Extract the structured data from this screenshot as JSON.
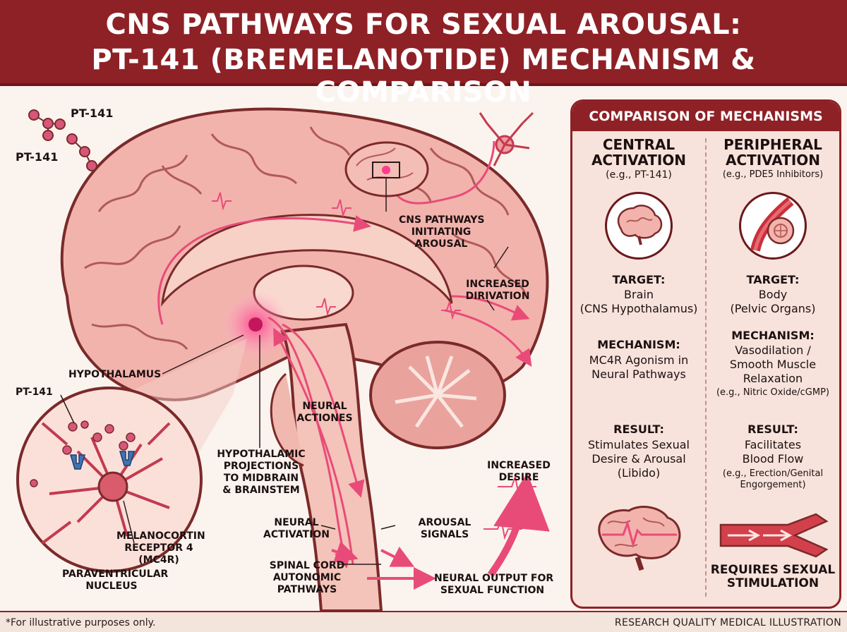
{
  "header": {
    "title_line1": "CNS PATHWAYS FOR SEXUAL AROUSAL:",
    "title_line2": "PT-141 (BREMELANOTIDE) MECHANISM & COMPARISON"
  },
  "illustration": {
    "labels": {
      "pt141_top": "PT-141",
      "pt141_left": "PT-141",
      "cns_pathways": [
        "CNS PATHWAYS",
        "INITIATING",
        "AROUSAL"
      ],
      "increased_dirivation": [
        "INCREASED",
        "DIRIVATION"
      ],
      "hypothalamus": "HYPOTHALAMUS",
      "neural_actiones": [
        "NEURAL",
        "ACTIONES"
      ],
      "pt141_inset": "PT-141",
      "hypothalamic_projections": [
        "HYPOTHALAMIC",
        "PROJECTIONS",
        "TO MIDBRAIN",
        "& BRAINSTEM"
      ],
      "increased_desire": [
        "INCREASED",
        "DESIRE"
      ],
      "neural_activation": [
        "NEURAL",
        "ACTIVATION"
      ],
      "arousal_signals": [
        "AROUSAL",
        "SIGNALS"
      ],
      "mc4r": [
        "MELANOCORTIN",
        "RECEPTOR 4",
        "(MC4R)"
      ],
      "spinal_cord": [
        "SPINAL CORD",
        "AUTONOMIC",
        "PATHWAYS"
      ],
      "paraventricular": [
        "PARAVENTRICULAR",
        "NUCLEUS"
      ],
      "neural_output": [
        "NEURAL OUTPUT FOR",
        "SEXUAL FUNCTION"
      ]
    }
  },
  "comparison": {
    "title": "COMPARISON OF MECHANISMS",
    "central": {
      "heading": [
        "CENTRAL",
        "ACTIVATION"
      ],
      "example": "(e.g., PT-141)",
      "icon": "brain-icon",
      "target_label": "TARGET:",
      "target_value": [
        "Brain",
        "(CNS Hypothalamus)"
      ],
      "mechanism_label": "MECHANISM:",
      "mechanism_value": [
        "MC4R Agonism in",
        "Neural Pathways"
      ],
      "result_label": "RESULT:",
      "result_value": [
        "Stimulates Sexual",
        "Desire & Arousal",
        "(Libido)"
      ],
      "bottom_icon": "brain-activity-icon"
    },
    "peripheral": {
      "heading": [
        "PERIPHERAL",
        "ACTIVATION"
      ],
      "example": "(e.g., PDE5 Inhibitors)",
      "icon": "blood-vessel-icon",
      "target_label": "TARGET:",
      "target_value": [
        "Body",
        "(Pelvic Organs)"
      ],
      "mechanism_label": "MECHANISM:",
      "mechanism_value": [
        "Vasodilation /",
        "Smooth Muscle",
        "Relaxation"
      ],
      "mechanism_note": "(e.g., Nitric Oxide/cGMP)",
      "result_label": "RESULT:",
      "result_value": [
        "Facilitates",
        "Blood Flow"
      ],
      "result_note": [
        "(e.g., Erection/Genital",
        "Engorgement)"
      ],
      "bottom_icon": "blood-flow-icon",
      "requirement": [
        "REQUIRES SEXUAL",
        "STIMULATION"
      ]
    }
  },
  "footer": {
    "disclaimer": "*For illustrative purposes only.",
    "credit": "RESEARCH QUALITY MEDICAL ILLUSTRATION"
  },
  "colors": {
    "header_red": "#8e2126",
    "brain_pink": "#f2b3ad",
    "brain_outline": "#7a2a2a",
    "signal_pink": "#e94b78",
    "panel_bg": "#f7e3dc",
    "receptor_blue": "#3f74b5"
  }
}
